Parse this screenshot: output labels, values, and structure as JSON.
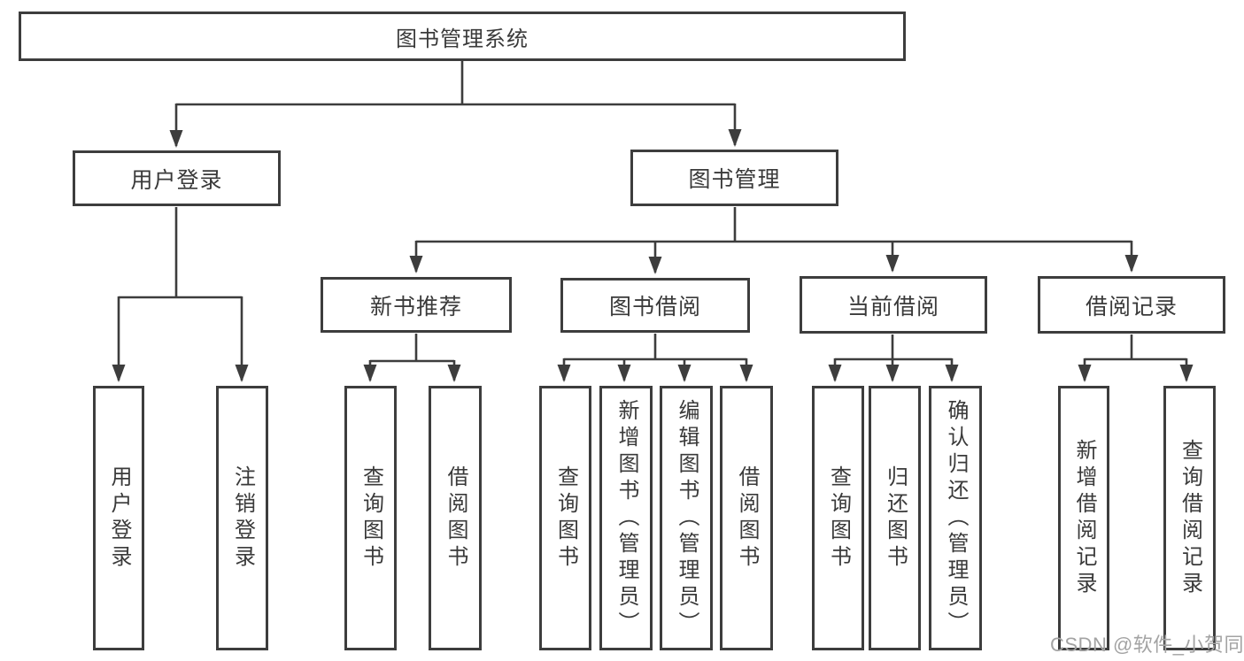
{
  "diagram": {
    "type": "hierarchy-tree",
    "watermark": "CSDN @软件_小贺同学",
    "colors": {
      "background": "#ffffff",
      "line": "#3d3d3d",
      "box_border": "#3d3d3d",
      "text": "#3a3a3a",
      "watermark": "#a3a3a3"
    },
    "tree": {
      "root": "图书管理系统",
      "children": [
        {
          "label": "用户登录",
          "children": [
            "用户登录",
            "注销登录"
          ]
        },
        {
          "label": "图书管理",
          "children": [
            {
              "label": "新书推荐",
              "children": [
                "查询图书",
                "借阅图书"
              ]
            },
            {
              "label": "图书借阅",
              "children": [
                "查询图书",
                "新增图书（管理员）",
                "编辑图书（管理员）",
                "借阅图书"
              ]
            },
            {
              "label": "当前借阅",
              "children": [
                "查询图书",
                "归还图书",
                "确认归还（管理员）"
              ]
            },
            {
              "label": "借阅记录",
              "children": [
                "新增借阅记录",
                "查询借阅记录"
              ]
            }
          ]
        }
      ]
    }
  }
}
